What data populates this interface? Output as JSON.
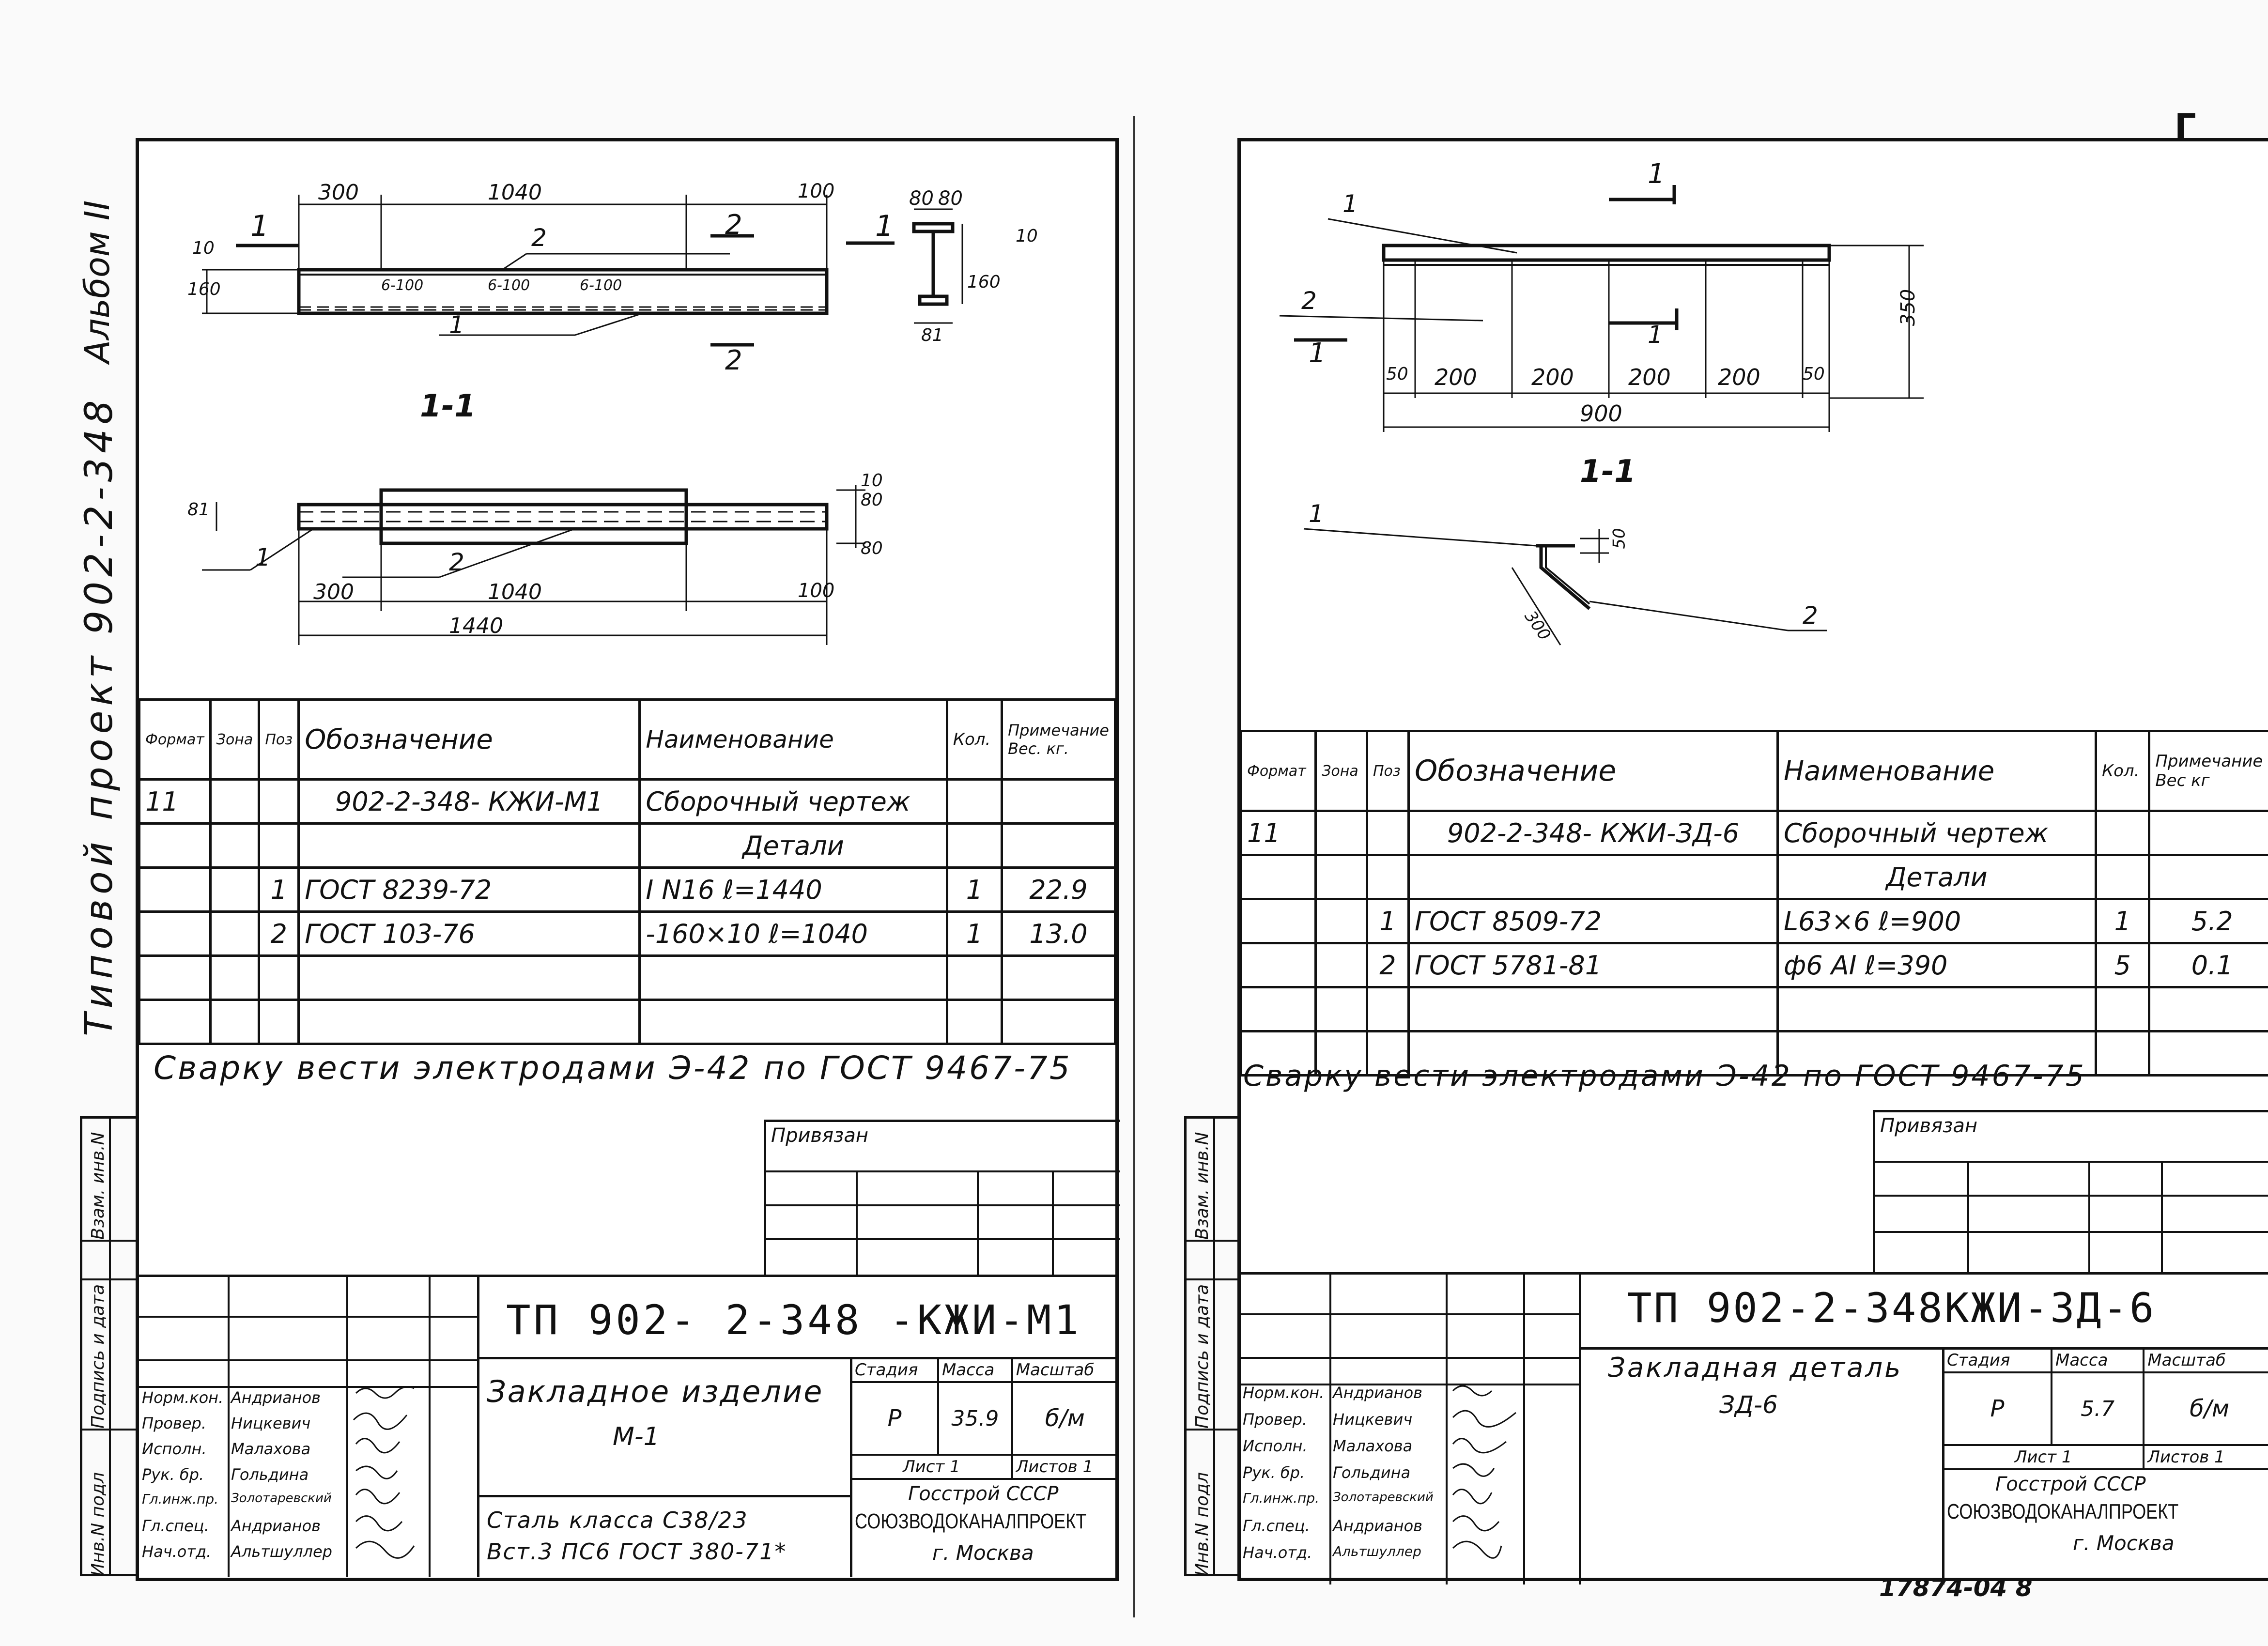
{
  "album_label": "Альбом II",
  "project_label": "Типовой проект 902-2-348",
  "margin_stamp": [
    "Инв.N подл",
    "Подпись и дата",
    "Взам. инв.N"
  ],
  "sheet1": {
    "drawing": {
      "dims_top": [
        "300",
        "1040",
        "100"
      ],
      "dims_bottom": [
        "300",
        "1040",
        "100",
        "1440"
      ],
      "dims_height": [
        "160",
        "10",
        "160",
        "80",
        "80",
        "81",
        "10"
      ],
      "pitch_labels": [
        "6-100",
        "6-100",
        "6-100"
      ],
      "callouts": [
        "1",
        "2",
        "1",
        "2"
      ],
      "section_arrows": [
        "1",
        "2",
        "2",
        "1"
      ],
      "section_title": "1-1",
      "profile_dims": [
        "80",
        "80",
        "10",
        "160",
        "81"
      ]
    },
    "spec": {
      "headers": [
        "Формат",
        "Зона",
        "Поз",
        "Обозначение",
        "Наименование",
        "Кол.",
        "Примечание Вес. кг."
      ],
      "rows": [
        [
          "11",
          "",
          "",
          "902-2-348- КЖИ-М1",
          "Сборочный чертеж",
          "",
          ""
        ],
        [
          "",
          "",
          "",
          "",
          "Детали",
          "",
          ""
        ],
        [
          "",
          "",
          "1",
          "ГОСТ 8239-72",
          "I N16 ℓ=1440",
          "1",
          "22.9"
        ],
        [
          "",
          "",
          "2",
          "ГОСТ 103-76",
          "-160×10 ℓ=1040",
          "1",
          "13.0"
        ]
      ]
    },
    "note": "Сварку вести электродами Э-42 по ГОСТ 9467-75",
    "privyazan": "Привязан",
    "title_code": "ТП 902- 2-348 -КЖИ-М1",
    "title_name": [
      "Закладное изделие",
      "М-1"
    ],
    "material": [
      "Сталь класса С38/23",
      "Вст.3 ПС6 ГОСТ 380-71*"
    ],
    "stage_headers": [
      "Стадия",
      "Масса",
      "Масштаб"
    ],
    "stage_values": [
      "Р",
      "35.9",
      "б/м"
    ],
    "sheet_label": "Лист 1",
    "sheets_label": "Листов 1",
    "org": [
      "Госстрой СССР",
      "СОЮЗВОДОКАНАЛПРОЕКТ",
      "г. Москва"
    ],
    "roles": [
      "Норм.кон.",
      "Провер.",
      "Исполн.",
      "Рук. бр.",
      "Гл.инж.пр.",
      "Гл.спец.",
      "Нач.отд."
    ],
    "names": [
      "Андрианов",
      "Ницкевич",
      "Малахова",
      "Гольдина",
      "Золотаревский",
      "Андрианов",
      "Альтшуллер"
    ]
  },
  "sheet2": {
    "drawing": {
      "dims_bottom": [
        "50",
        "200",
        "200",
        "200",
        "200",
        "50",
        "900"
      ],
      "dim_height": "350",
      "callouts": [
        "1",
        "2",
        "1",
        "2"
      ],
      "section_arrows": [
        "1",
        "1",
        "1"
      ],
      "section_title": "1-1",
      "section_dims": [
        "50",
        "300"
      ]
    },
    "spec": {
      "headers": [
        "Формат",
        "Зона",
        "Поз",
        "Обозначение",
        "Наименование",
        "Кол.",
        "Примечание Вес кг"
      ],
      "rows": [
        [
          "11",
          "",
          "",
          "902-2-348- КЖИ-ЗД-6",
          "Сборочный чертеж",
          "",
          ""
        ],
        [
          "",
          "",
          "",
          "",
          "Детали",
          "",
          ""
        ],
        [
          "",
          "",
          "1",
          "ГОСТ 8509-72",
          "L63×6 ℓ=900",
          "1",
          "5.2"
        ],
        [
          "",
          "",
          "2",
          "ГОСТ 5781-81",
          "ф6 AI ℓ=390",
          "5",
          "0.1"
        ]
      ]
    },
    "note": "Сварку вести электродами Э-42 по ГОСТ 9467-75",
    "privyazan": "Привязан",
    "title_code": "ТП 902-2-348КЖИ-ЗД-6",
    "title_name": [
      "Закладная деталь",
      "ЗД-6"
    ],
    "stage_headers": [
      "Стадия",
      "Масса",
      "Масштаб"
    ],
    "stage_values": [
      "Р",
      "5.7",
      "б/м"
    ],
    "sheet_label": "Лист 1",
    "sheets_label": "Листов 1",
    "org": [
      "Госстрой СССР",
      "СОЮЗВОДОКАНАЛПРОЕКТ",
      "г. Москва"
    ],
    "roles": [
      "Норм.кон.",
      "Провер.",
      "Исполн.",
      "Рук. бр.",
      "Гл.инж.пр.",
      "Гл.спец.",
      "Нач.отд."
    ],
    "names": [
      "Андрианов",
      "Ницкевич",
      "Малахова",
      "Гольдина",
      "Золотаревский",
      "Андрианов",
      "Альтшуллер"
    ]
  },
  "archive_number": "17874-04 8",
  "corner_mark": "Г"
}
